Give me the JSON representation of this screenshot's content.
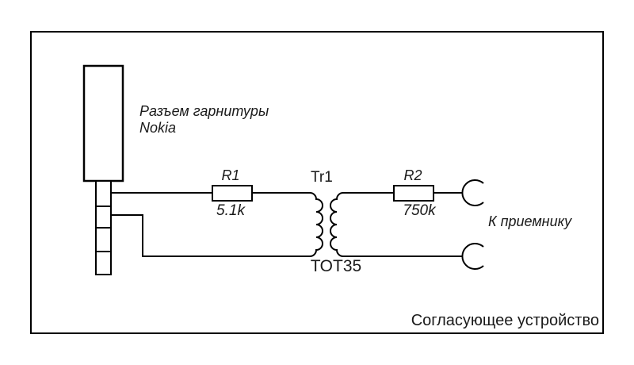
{
  "circuit": {
    "caption": "Согласующее устройство",
    "connector": {
      "label_line1": "Разъем гарнитуры",
      "label_line2": "Nokia"
    },
    "r1": {
      "designator": "R1",
      "value": "5.1k"
    },
    "r2": {
      "designator": "R2",
      "value": "750k"
    },
    "transformer": {
      "designator": "Tr1",
      "model": "ТОТ35"
    },
    "output": {
      "label": "К приемнику"
    },
    "colors": {
      "line": "#000000",
      "background": "#ffffff"
    }
  }
}
